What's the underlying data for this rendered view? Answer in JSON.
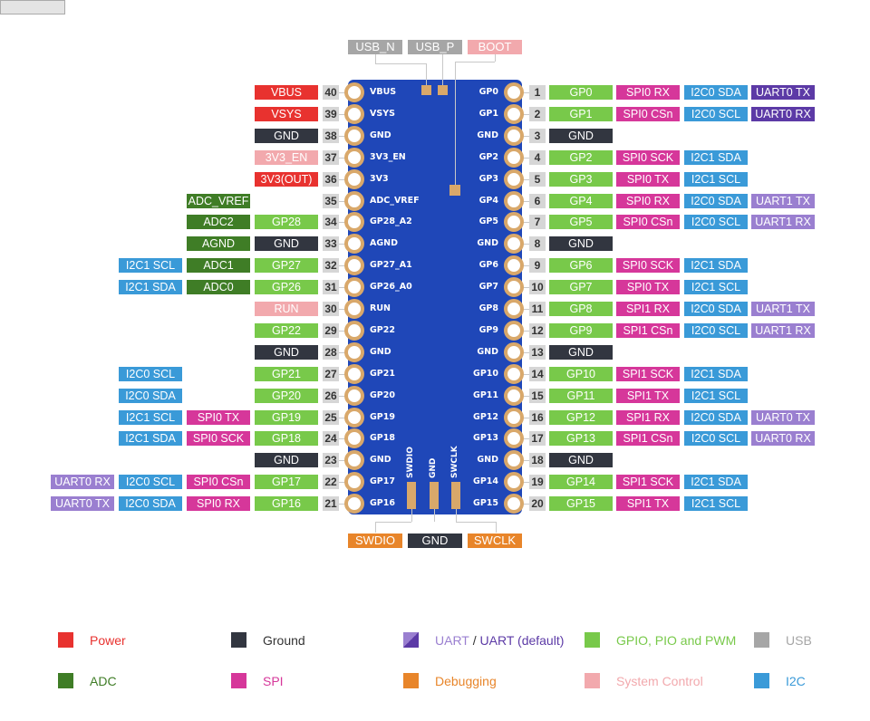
{
  "colors": {
    "power": "#e8322f",
    "ground": "#323640",
    "uart": "#9a7fd0",
    "uart_default": "#5c3aa6",
    "gpio": "#78c94a",
    "usb": "#a6a6a6",
    "adc": "#3f7d26",
    "spi": "#d6379a",
    "debug": "#e8852a",
    "system": "#f2a9ad",
    "i2c": "#3a9ad8"
  },
  "top_labels": [
    {
      "label": "USB_N",
      "type": "usb"
    },
    {
      "label": "USB_P",
      "type": "usb"
    },
    {
      "label": "BOOT",
      "type": "system"
    }
  ],
  "bottom_labels": [
    {
      "label": "SWDIO",
      "type": "debug"
    },
    {
      "label": "GND",
      "type": "ground"
    },
    {
      "label": "SWCLK",
      "type": "debug"
    }
  ],
  "board_bottom_labels": [
    "SWDIO",
    "GND",
    "SWCLK"
  ],
  "left_pins": [
    {
      "num": "40",
      "board": "VBUS",
      "tags": [
        {
          "label": "VBUS",
          "type": "power"
        }
      ]
    },
    {
      "num": "39",
      "board": "VSYS",
      "tags": [
        {
          "label": "VSYS",
          "type": "power"
        }
      ]
    },
    {
      "num": "38",
      "board": "GND",
      "tags": [
        {
          "label": "GND",
          "type": "ground"
        }
      ]
    },
    {
      "num": "37",
      "board": "3V3_EN",
      "tags": [
        {
          "label": "3V3_EN",
          "type": "system"
        }
      ]
    },
    {
      "num": "36",
      "board": "3V3",
      "tags": [
        {
          "label": "3V3(OUT)",
          "type": "power"
        }
      ]
    },
    {
      "num": "35",
      "board": "ADC_VREF",
      "tags": [
        {
          "label": "",
          "type": ""
        },
        {
          "label": "ADC_VREF",
          "type": "adc"
        }
      ]
    },
    {
      "num": "34",
      "board": "GP28_A2",
      "tags": [
        {
          "label": "GP28",
          "type": "gpio"
        },
        {
          "label": "ADC2",
          "type": "adc"
        }
      ]
    },
    {
      "num": "33",
      "board": "AGND",
      "tags": [
        {
          "label": "GND",
          "type": "ground"
        },
        {
          "label": "AGND",
          "type": "adc"
        }
      ]
    },
    {
      "num": "32",
      "board": "GP27_A1",
      "tags": [
        {
          "label": "GP27",
          "type": "gpio"
        },
        {
          "label": "ADC1",
          "type": "adc"
        },
        {
          "label": "I2C1 SCL",
          "type": "i2c"
        }
      ]
    },
    {
      "num": "31",
      "board": "GP26_A0",
      "tags": [
        {
          "label": "GP26",
          "type": "gpio"
        },
        {
          "label": "ADC0",
          "type": "adc"
        },
        {
          "label": "I2C1 SDA",
          "type": "i2c"
        }
      ]
    },
    {
      "num": "30",
      "board": "RUN",
      "tags": [
        {
          "label": "RUN",
          "type": "system"
        }
      ]
    },
    {
      "num": "29",
      "board": "GP22",
      "tags": [
        {
          "label": "GP22",
          "type": "gpio"
        }
      ]
    },
    {
      "num": "28",
      "board": "GND",
      "tags": [
        {
          "label": "GND",
          "type": "ground"
        }
      ]
    },
    {
      "num": "27",
      "board": "GP21",
      "tags": [
        {
          "label": "GP21",
          "type": "gpio"
        },
        {
          "label": "",
          "type": ""
        },
        {
          "label": "I2C0 SCL",
          "type": "i2c"
        }
      ]
    },
    {
      "num": "26",
      "board": "GP20",
      "tags": [
        {
          "label": "GP20",
          "type": "gpio"
        },
        {
          "label": "",
          "type": ""
        },
        {
          "label": "I2C0 SDA",
          "type": "i2c"
        }
      ]
    },
    {
      "num": "25",
      "board": "GP19",
      "tags": [
        {
          "label": "GP19",
          "type": "gpio"
        },
        {
          "label": "SPI0 TX",
          "type": "spi"
        },
        {
          "label": "I2C1 SCL",
          "type": "i2c"
        }
      ]
    },
    {
      "num": "24",
      "board": "GP18",
      "tags": [
        {
          "label": "GP18",
          "type": "gpio"
        },
        {
          "label": "SPI0 SCK",
          "type": "spi"
        },
        {
          "label": "I2C1 SDA",
          "type": "i2c"
        }
      ]
    },
    {
      "num": "23",
      "board": "GND",
      "tags": [
        {
          "label": "GND",
          "type": "ground"
        }
      ]
    },
    {
      "num": "22",
      "board": "GP17",
      "tags": [
        {
          "label": "GP17",
          "type": "gpio"
        },
        {
          "label": "SPI0 CSn",
          "type": "spi"
        },
        {
          "label": "I2C0 SCL",
          "type": "i2c"
        },
        {
          "label": "UART0 RX",
          "type": "uart"
        }
      ]
    },
    {
      "num": "21",
      "board": "GP16",
      "tags": [
        {
          "label": "GP16",
          "type": "gpio"
        },
        {
          "label": "SPI0 RX",
          "type": "spi"
        },
        {
          "label": "I2C0 SDA",
          "type": "i2c"
        },
        {
          "label": "UART0 TX",
          "type": "uart"
        }
      ]
    }
  ],
  "right_pins": [
    {
      "num": "1",
      "board": "GP0",
      "tags": [
        {
          "label": "GP0",
          "type": "gpio"
        },
        {
          "label": "SPI0 RX",
          "type": "spi"
        },
        {
          "label": "I2C0 SDA",
          "type": "i2c"
        },
        {
          "label": "UART0 TX",
          "type": "uart_default"
        }
      ]
    },
    {
      "num": "2",
      "board": "GP1",
      "tags": [
        {
          "label": "GP1",
          "type": "gpio"
        },
        {
          "label": "SPI0 CSn",
          "type": "spi"
        },
        {
          "label": "I2C0 SCL",
          "type": "i2c"
        },
        {
          "label": "UART0 RX",
          "type": "uart_default"
        }
      ]
    },
    {
      "num": "3",
      "board": "GND",
      "tags": [
        {
          "label": "GND",
          "type": "ground"
        }
      ]
    },
    {
      "num": "4",
      "board": "GP2",
      "tags": [
        {
          "label": "GP2",
          "type": "gpio"
        },
        {
          "label": "SPI0 SCK",
          "type": "spi"
        },
        {
          "label": "I2C1 SDA",
          "type": "i2c"
        }
      ]
    },
    {
      "num": "5",
      "board": "GP3",
      "tags": [
        {
          "label": "GP3",
          "type": "gpio"
        },
        {
          "label": "SPI0 TX",
          "type": "spi"
        },
        {
          "label": "I2C1 SCL",
          "type": "i2c"
        }
      ]
    },
    {
      "num": "6",
      "board": "GP4",
      "tags": [
        {
          "label": "GP4",
          "type": "gpio"
        },
        {
          "label": "SPI0 RX",
          "type": "spi"
        },
        {
          "label": "I2C0 SDA",
          "type": "i2c"
        },
        {
          "label": "UART1 TX",
          "type": "uart"
        }
      ]
    },
    {
      "num": "7",
      "board": "GP5",
      "tags": [
        {
          "label": "GP5",
          "type": "gpio"
        },
        {
          "label": "SPI0 CSn",
          "type": "spi"
        },
        {
          "label": "I2C0 SCL",
          "type": "i2c"
        },
        {
          "label": "UART1 RX",
          "type": "uart"
        }
      ]
    },
    {
      "num": "8",
      "board": "GND",
      "tags": [
        {
          "label": "GND",
          "type": "ground"
        }
      ]
    },
    {
      "num": "9",
      "board": "GP6",
      "tags": [
        {
          "label": "GP6",
          "type": "gpio"
        },
        {
          "label": "SPI0 SCK",
          "type": "spi"
        },
        {
          "label": "I2C1 SDA",
          "type": "i2c"
        }
      ]
    },
    {
      "num": "10",
      "board": "GP7",
      "tags": [
        {
          "label": "GP7",
          "type": "gpio"
        },
        {
          "label": "SPI0 TX",
          "type": "spi"
        },
        {
          "label": "I2C1 SCL",
          "type": "i2c"
        }
      ]
    },
    {
      "num": "11",
      "board": "GP8",
      "tags": [
        {
          "label": "GP8",
          "type": "gpio"
        },
        {
          "label": "SPI1 RX",
          "type": "spi"
        },
        {
          "label": "I2C0 SDA",
          "type": "i2c"
        },
        {
          "label": "UART1 TX",
          "type": "uart"
        }
      ]
    },
    {
      "num": "12",
      "board": "GP9",
      "tags": [
        {
          "label": "GP9",
          "type": "gpio"
        },
        {
          "label": "SPI1 CSn",
          "type": "spi"
        },
        {
          "label": "I2C0 SCL",
          "type": "i2c"
        },
        {
          "label": "UART1 RX",
          "type": "uart"
        }
      ]
    },
    {
      "num": "13",
      "board": "GND",
      "tags": [
        {
          "label": "GND",
          "type": "ground"
        }
      ]
    },
    {
      "num": "14",
      "board": "GP10",
      "tags": [
        {
          "label": "GP10",
          "type": "gpio"
        },
        {
          "label": "SPI1 SCK",
          "type": "spi"
        },
        {
          "label": "I2C1 SDA",
          "type": "i2c"
        }
      ]
    },
    {
      "num": "15",
      "board": "GP11",
      "tags": [
        {
          "label": "GP11",
          "type": "gpio"
        },
        {
          "label": "SPI1 TX",
          "type": "spi"
        },
        {
          "label": "I2C1 SCL",
          "type": "i2c"
        }
      ]
    },
    {
      "num": "16",
      "board": "GP12",
      "tags": [
        {
          "label": "GP12",
          "type": "gpio"
        },
        {
          "label": "SPI1 RX",
          "type": "spi"
        },
        {
          "label": "I2C0 SDA",
          "type": "i2c"
        },
        {
          "label": "UART0 TX",
          "type": "uart"
        }
      ]
    },
    {
      "num": "17",
      "board": "GP13",
      "tags": [
        {
          "label": "GP13",
          "type": "gpio"
        },
        {
          "label": "SPI1 CSn",
          "type": "spi"
        },
        {
          "label": "I2C0 SCL",
          "type": "i2c"
        },
        {
          "label": "UART0 RX",
          "type": "uart"
        }
      ]
    },
    {
      "num": "18",
      "board": "GND",
      "tags": [
        {
          "label": "GND",
          "type": "ground"
        }
      ]
    },
    {
      "num": "19",
      "board": "GP14",
      "tags": [
        {
          "label": "GP14",
          "type": "gpio"
        },
        {
          "label": "SPI1 SCK",
          "type": "spi"
        },
        {
          "label": "I2C1 SDA",
          "type": "i2c"
        }
      ]
    },
    {
      "num": "20",
      "board": "GP15",
      "tags": [
        {
          "label": "GP15",
          "type": "gpio"
        },
        {
          "label": "SPI1 TX",
          "type": "spi"
        },
        {
          "label": "I2C1 SCL",
          "type": "i2c"
        }
      ]
    }
  ],
  "legend": [
    {
      "label": "Power",
      "type": "power"
    },
    {
      "label": "Ground",
      "type": "ground"
    },
    {
      "label": "UART",
      "label2": " / ",
      "label3": "UART (default)",
      "type": "uart_split"
    },
    {
      "label": "GPIO, PIO and PWM",
      "type": "gpio"
    },
    {
      "label": "USB",
      "type": "usb"
    },
    {
      "label": "ADC",
      "type": "adc"
    },
    {
      "label": "SPI",
      "type": "spi"
    },
    {
      "label": "Debugging",
      "type": "debug"
    },
    {
      "label": "System Control",
      "type": "system"
    },
    {
      "label": "I2C",
      "type": "i2c"
    }
  ]
}
